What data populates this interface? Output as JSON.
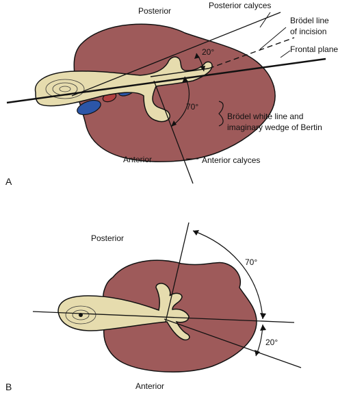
{
  "panelA": {
    "letter": "A",
    "labels": {
      "posterior": "Posterior",
      "posterior_calyces": "Posterior calyces",
      "brodel_line_1": "Brödel line",
      "brodel_line_2": "of incision",
      "frontal_plane": "Frontal plane",
      "angle_20": "20°",
      "angle_70": "70°",
      "brodel_white_1": "Brödel white line and",
      "brodel_white_2": "imaginary wedge of Bertin",
      "anterior": "Anterior",
      "anterior_calyces": "Anterior calyces"
    }
  },
  "panelB": {
    "letter": "B",
    "labels": {
      "posterior": "Posterior",
      "angle_70": "70°",
      "angle_20": "20°",
      "anterior": "Anterior"
    }
  },
  "colors": {
    "kidney": "#9e5a5a",
    "pelvis": "#e6dcae",
    "outline": "#111111",
    "vessel_blue": "#2c56a8",
    "vessel_red": "#b04040"
  }
}
